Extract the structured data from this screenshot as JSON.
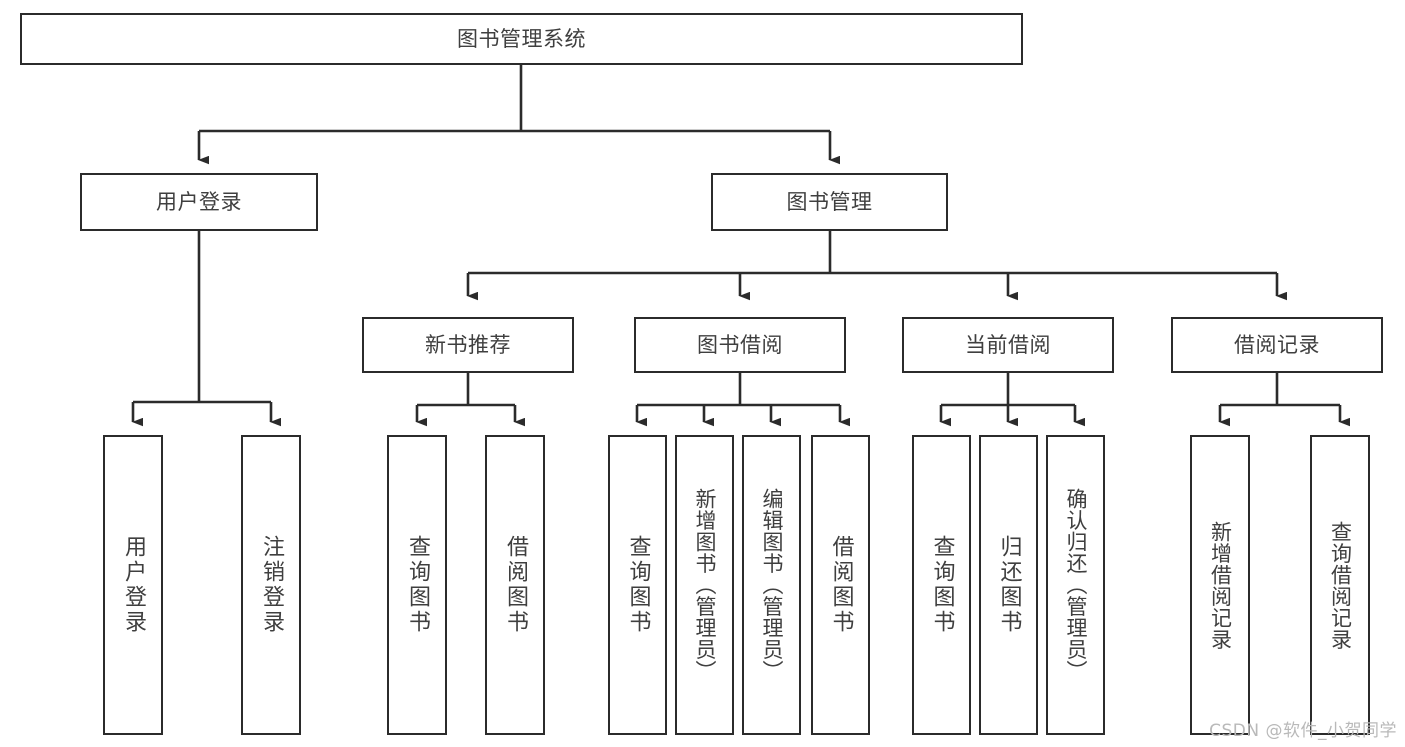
{
  "diagram": {
    "type": "tree-hierarchy-chart",
    "title": "图书管理系统",
    "watermark": "CSDN @软件_小贺同学",
    "colors": {
      "stroke": "#2b2b2b",
      "text": "#3f3f3f",
      "background": "#ffffff",
      "watermark": "#b9b9b9"
    },
    "nodes": {
      "root": {
        "label": "图书管理系统"
      },
      "level2": [
        {
          "label": "用户登录"
        },
        {
          "label": "图书管理"
        }
      ],
      "level3": [
        {
          "label": "新书推荐"
        },
        {
          "label": "图书借阅"
        },
        {
          "label": "当前借阅"
        },
        {
          "label": "借阅记录"
        }
      ],
      "leaves": {
        "user_login": [
          {
            "label": "用户登录"
          },
          {
            "label": "注销登录"
          }
        ],
        "new_book": [
          {
            "label": "查询图书"
          },
          {
            "label": "借阅图书"
          }
        ],
        "book_borrow": [
          {
            "label": "查询图书"
          },
          {
            "label": "新增图书（管理员）"
          },
          {
            "label": "编辑图书（管理员）"
          },
          {
            "label": "借阅图书"
          }
        ],
        "current_borrow": [
          {
            "label": "查询图书"
          },
          {
            "label": "归还图书"
          },
          {
            "label": "确认归还（管理员）"
          }
        ],
        "borrow_record": [
          {
            "label": "新增借阅记录"
          },
          {
            "label": "查询借阅记录"
          }
        ]
      }
    }
  }
}
